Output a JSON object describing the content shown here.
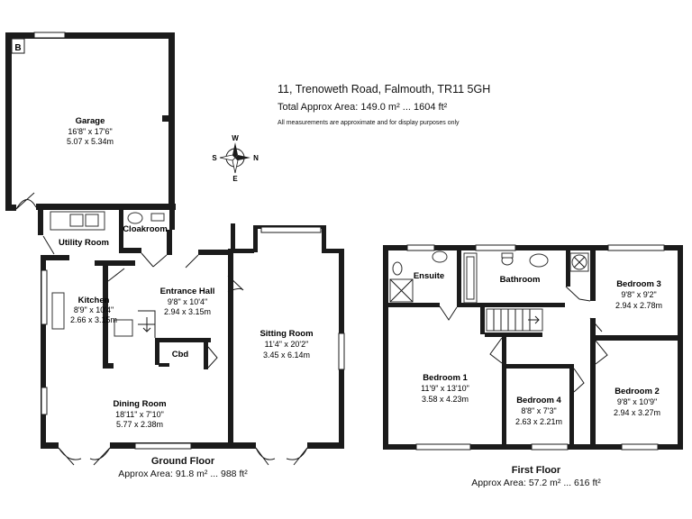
{
  "header": {
    "address": "11, Trenoweth Road, Falmouth, TR11 5GH",
    "total_area": "Total Approx Area: 149.0 m² ... 1604 ft²",
    "disclaimer": "All measurements are approximate and for display purposes only"
  },
  "compass": {
    "n": "N",
    "s": "S",
    "e": "E",
    "w": "W"
  },
  "boiler_marker": "B",
  "ground_floor": {
    "title": "Ground Floor",
    "area": "Approx Area: 91.8 m² ... 988 ft²",
    "rooms": {
      "garage": {
        "name": "Garage",
        "imperial": "16'8\" x 17'6\"",
        "metric": "5.07 x 5.34m"
      },
      "utility": {
        "name": "Utility Room"
      },
      "cloakroom": {
        "name": "Cloakroom"
      },
      "kitchen": {
        "name": "Kitchen",
        "imperial": "8'9\" x 10'4\"",
        "metric": "2.66 x 3.15m"
      },
      "hall": {
        "name": "Entrance Hall",
        "imperial": "9'8\" x 10'4\"",
        "metric": "2.94 x 3.15m"
      },
      "cbd": {
        "name": "Cbd"
      },
      "sitting": {
        "name": "Sitting Room",
        "imperial": "11'4\" x 20'2\"",
        "metric": "3.45 x 6.14m"
      },
      "dining": {
        "name": "Dining Room",
        "imperial": "18'11\" x 7'10\"",
        "metric": "5.77 x 2.38m"
      }
    }
  },
  "first_floor": {
    "title": "First Floor",
    "area": "Approx Area: 57.2 m² ... 616 ft²",
    "rooms": {
      "ensuite": {
        "name": "Ensuite"
      },
      "bathroom": {
        "name": "Bathroom"
      },
      "bed3": {
        "name": "Bedroom 3",
        "imperial": "9'8\" x 9'2\"",
        "metric": "2.94 x 2.78m"
      },
      "bed1": {
        "name": "Bedroom 1",
        "imperial": "11'9\" x 13'10\"",
        "metric": "3.58 x 4.23m"
      },
      "bed4": {
        "name": "Bedroom 4",
        "imperial": "8'8\" x 7'3\"",
        "metric": "2.63 x 2.21m"
      },
      "bed2": {
        "name": "Bedroom 2",
        "imperial": "9'8\" x 10'9\"",
        "metric": "2.94 x 3.27m"
      }
    }
  }
}
